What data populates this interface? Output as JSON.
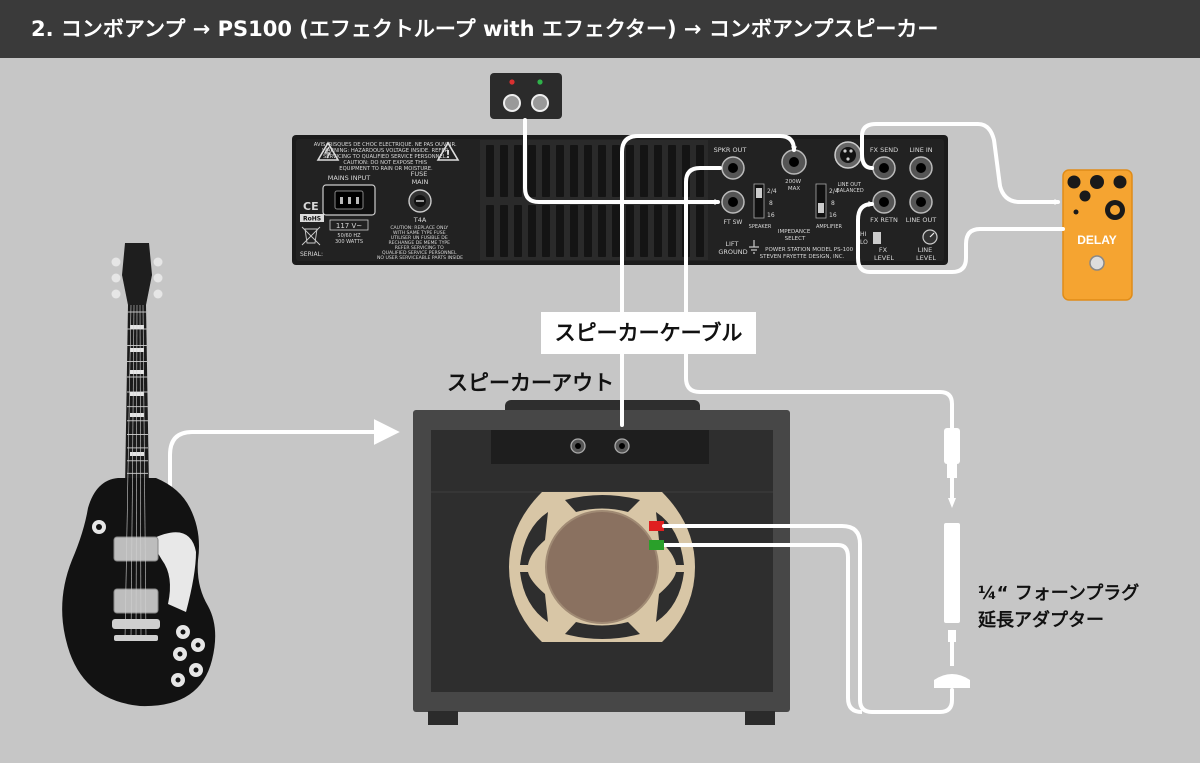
{
  "title": "2. コンボアンプ → PS100 (エフェクトループ with エフェクター)  → コンボアンプスピーカー",
  "labels": {
    "speaker_cable": "スピーカーケーブル",
    "speaker_out": "スピーカーアウト",
    "adapter_line1": "¼“ フォーンプラグ",
    "adapter_line2": "延長アダプター"
  },
  "pedal": {
    "name": "DELAY"
  },
  "ps100": {
    "warning": [
      "AVIS: RISQUES DE CHOC ELECTRIQUE. NE PAS OUVRIR.",
      "WARNING: HAZARDOUS VOLTAGE INSIDE. REFER",
      "SERVICING TO QUALIFIED SERVICE PERSONNEL.",
      "CAUTION: DO NOT EXPOSE THIS",
      "EQUIPMENT TO RAIN OR MOISTURE."
    ],
    "mains_input": "MAINS INPUT",
    "fuse_line1": "FUSE",
    "fuse_line2": "MAIN",
    "fuse_value": "T4A",
    "voltage": "117 V~",
    "hz": "50/60 HZ",
    "watts": "300 WATTS",
    "caution": [
      "CAUTION: REPLACE ONLY",
      "WITH SAME TYPE FUSE",
      "UTILISER UN FUSIBLE DE",
      "RECHANGE DE MEME TYPE",
      "REFER SERVICING TO",
      "QUALIFIED SERVICE PERSONNEL",
      "NO USER SERVICEABLE PARTS INSIDE"
    ],
    "ce": "CE",
    "rohs": "RoHS",
    "serial": "SERIAL:",
    "spkr_out": "SPKR OUT",
    "ft_sw": "FT SW",
    "lift_ground_1": "LIFT",
    "lift_ground_2": "GROUND",
    "max_1": "200W",
    "max_2": "MAX",
    "sw_24": "2/4",
    "sw_8": "8",
    "sw_16": "16",
    "speaker": "SPEAKER",
    "amplifier": "AMPLIFIER",
    "impedance_1": "IMPEDANCE",
    "impedance_2": "SELECT",
    "line_out_bal_1": "LINE OUT",
    "line_out_bal_2": "BALANCED",
    "model_1": "POWER STATION MODEL PS-100",
    "model_2": "STEVEN FRYETTE DESIGN, INC.",
    "fx_send": "FX SEND",
    "line_in": "LINE IN",
    "fx_retn": "FX RETN",
    "line_out": "LINE OUT",
    "hi": "HI",
    "lo": "LO",
    "fx_level_1": "FX",
    "fx_level_2": "LEVEL",
    "line_level_1": "LINE",
    "line_level_2": "LEVEL"
  },
  "colors": {
    "background": "#c6c6c6",
    "title_bar": "#3a3a3a",
    "pedal": "#f5a431",
    "cable": "#ffffff",
    "amp_cabinet": "#474747",
    "speaker_cone": "#8a7160",
    "speaker_frame": "#d8c6a6",
    "terminal_red": "#e02020",
    "terminal_green": "#2aa02a",
    "led_red": "#d93030",
    "led_green": "#2fb24a"
  },
  "icons": [
    "electric-guitar-icon",
    "footswitch-icon",
    "delay-pedal-icon",
    "combo-amp-icon",
    "phone-plug-icon",
    "phone-jack-icon",
    "fuse-icon",
    "ground-icon",
    "ce-mark-icon",
    "weee-bin-icon",
    "shock-warning-icon"
  ]
}
